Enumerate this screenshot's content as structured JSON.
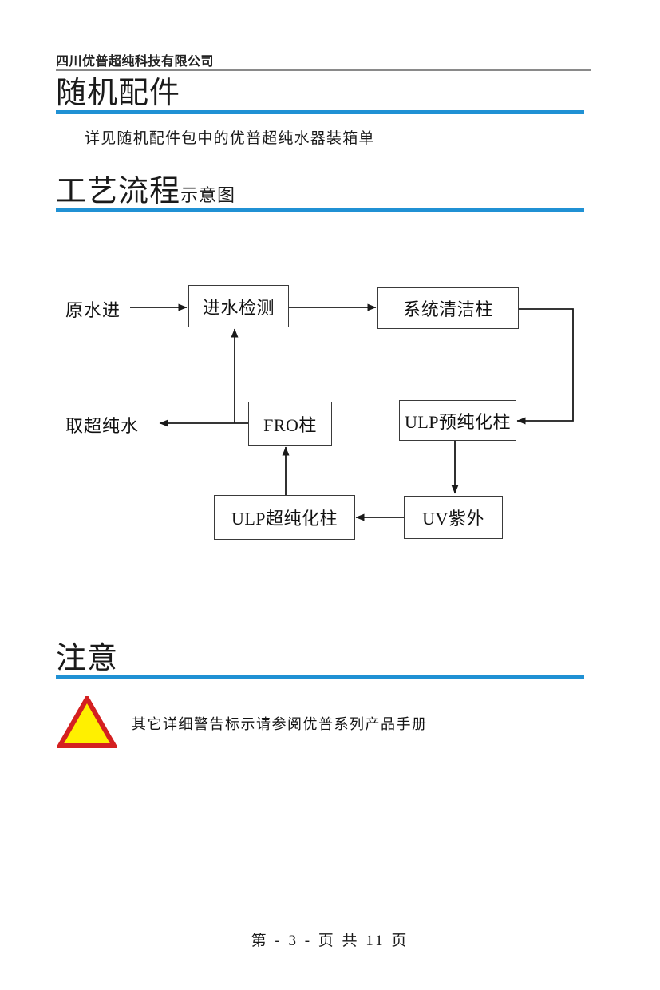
{
  "header": {
    "company": "四川优普超纯科技有限公司"
  },
  "sections": [
    {
      "title_main": "随机配件",
      "title_sub": "",
      "body": "详见随机配件包中的优普超纯水器装箱单"
    },
    {
      "title_main": "工艺流程",
      "title_sub": "示意图",
      "body": ""
    },
    {
      "title_main": "注意",
      "title_sub": "",
      "body": "其它详细警告标示请参阅优普系列产品手册"
    }
  ],
  "flowchart": {
    "nodes": [
      {
        "id": "inlet-test",
        "label": "进水检测"
      },
      {
        "id": "system-clean",
        "label": "系统清洁柱"
      },
      {
        "id": "ulp-pre",
        "label": "ULP预纯化柱"
      },
      {
        "id": "uv",
        "label": "UV紫外"
      },
      {
        "id": "ulp-ultra",
        "label": "ULP超纯化柱"
      },
      {
        "id": "fro",
        "label": "FRO柱"
      }
    ],
    "labels": [
      {
        "id": "raw-water-in",
        "label": "原水进"
      },
      {
        "id": "ultrapure-out",
        "label": "取超纯水"
      }
    ],
    "edges": [
      {
        "from": "raw-water-in",
        "to": "inlet-test"
      },
      {
        "from": "inlet-test",
        "to": "system-clean"
      },
      {
        "from": "system-clean",
        "to": "ulp-pre"
      },
      {
        "from": "ulp-pre",
        "to": "uv"
      },
      {
        "from": "uv",
        "to": "ulp-ultra"
      },
      {
        "from": "ulp-ultra",
        "to": "fro"
      },
      {
        "from": "fro",
        "to": "ultrapure-out"
      },
      {
        "from": "fro",
        "to": "inlet-test"
      }
    ]
  },
  "warning": {
    "icon": "warning-triangle-icon",
    "fill_color": "#FFF000",
    "border_color": "#D42020"
  },
  "footer": {
    "text": "第 - 3 - 页  共 11 页",
    "page_number": "3",
    "total_pages": "11"
  },
  "colors": {
    "accent_blue": "#2091d4",
    "header_rule_grey": "#8a8a8a",
    "box_border": "#3a3a3a"
  }
}
